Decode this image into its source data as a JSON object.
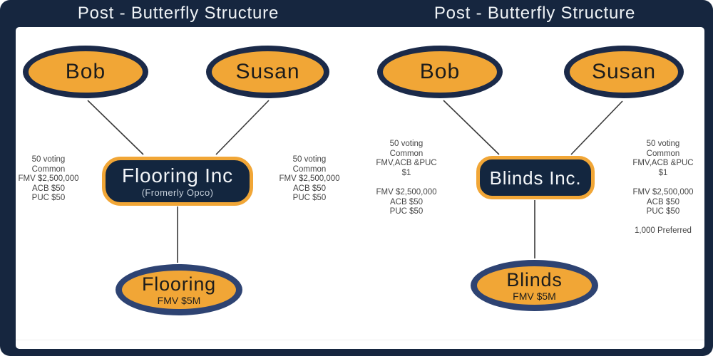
{
  "colors": {
    "card_navy": "#16263F",
    "sheet_white": "#FFFFFF",
    "shape_orange": "#F1A636",
    "owner_border_navy": "#1B2A49",
    "company_fill_navy": "#13263F",
    "subsidiary_border_navy": "#2E4372",
    "connector_line": "#383838",
    "title_text": "#EFF3F6",
    "name_text": "#1C1C1C",
    "label_text": "#454545",
    "company_subtitle_text": "#C5CFDA"
  },
  "panels": [
    {
      "title": "Post - Butterfly Structure",
      "owners": [
        "Bob",
        "Susan"
      ],
      "company": {
        "name": "Flooring Inc",
        "subtitle": "(Fromerly Opco)"
      },
      "subsidiary": {
        "name": "Flooring",
        "value": "FMV $5M"
      },
      "labels": {
        "left": [
          "50 voting",
          "Common",
          "FMV $2,500,000",
          "ACB $50",
          "PUC $50"
        ],
        "right": [
          "50 voting",
          "Common",
          "FMV $2,500,000",
          "ACB $50",
          "PUC $50"
        ]
      }
    },
    {
      "title": "Post - Butterfly Structure",
      "owners": [
        "Bob",
        "Susan"
      ],
      "company": {
        "name": "Blinds Inc.",
        "subtitle": ""
      },
      "subsidiary": {
        "name": "Blinds",
        "value": "FMV $5M"
      },
      "labels": {
        "left": [
          "50 voting",
          "Common",
          "FMV,ACB &PUC",
          "$1",
          "",
          "FMV $2,500,000",
          "ACB $50",
          "PUC $50"
        ],
        "right": [
          "50 voting",
          "Common",
          "FMV,ACB &PUC",
          "$1",
          "",
          "FMV $2,500,000",
          "ACB $50",
          "PUC $50",
          "",
          "1,000 Preferred"
        ]
      }
    }
  ]
}
